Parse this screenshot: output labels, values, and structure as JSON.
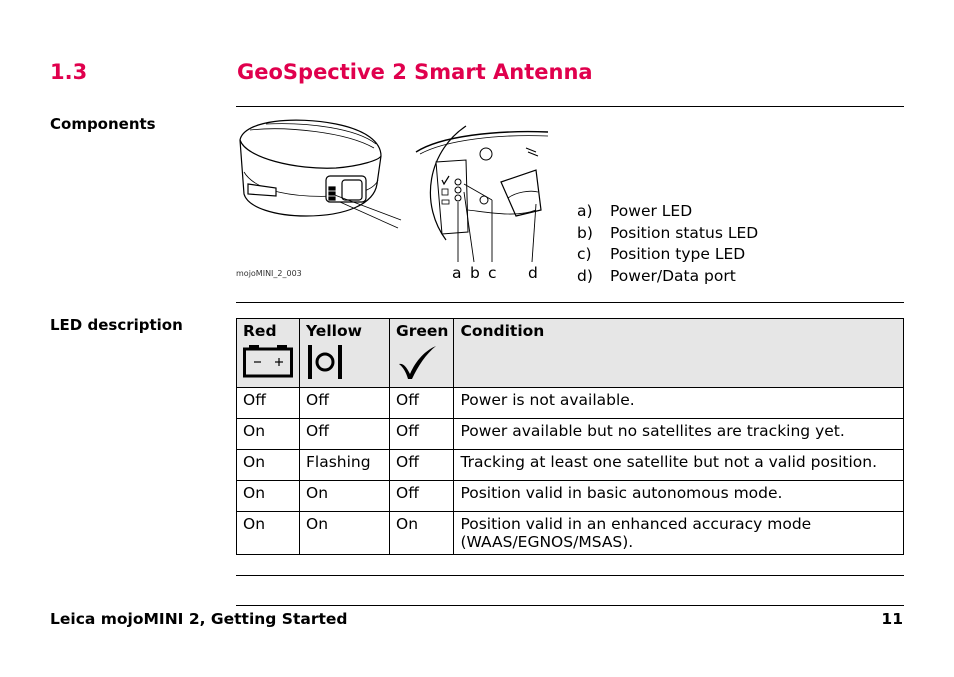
{
  "section": {
    "number": "1.3",
    "title": "GeoSpective 2 Smart Antenna"
  },
  "components": {
    "label": "Components",
    "figure_caption": "mojoMINI_2_003",
    "callout_letters": [
      "a",
      "b",
      "c",
      "d"
    ],
    "legend": [
      {
        "key": "a)",
        "text": "Power LED"
      },
      {
        "key": "b)",
        "text": "Position status LED"
      },
      {
        "key": "c)",
        "text": "Position type LED"
      },
      {
        "key": "d)",
        "text": "Power/Data port"
      }
    ]
  },
  "led_description": {
    "label": "LED description",
    "headers": [
      "Red",
      "Yellow",
      "Green",
      "Condition"
    ],
    "header_icons": [
      "battery-icon",
      "position-status-icon",
      "checkmark-icon"
    ],
    "rows": [
      [
        "Off",
        "Off",
        "Off",
        "Power is not available."
      ],
      [
        "On",
        "Off",
        "Off",
        "Power available but no satellites are tracking yet."
      ],
      [
        "On",
        "Flashing",
        "Off",
        "Tracking at least one satellite but not a valid position."
      ],
      [
        "On",
        "On",
        "Off",
        "Position valid in basic autonomous mode."
      ],
      [
        "On",
        "On",
        "On",
        "Position valid in an enhanced accuracy mode (WAAS/EGNOS/MSAS)."
      ]
    ]
  },
  "footer": {
    "title": "Leica mojoMINI 2, Getting Started",
    "page": "11"
  },
  "colors": {
    "accent": "#e0004d",
    "table_header_bg": "#e6e6e6"
  }
}
